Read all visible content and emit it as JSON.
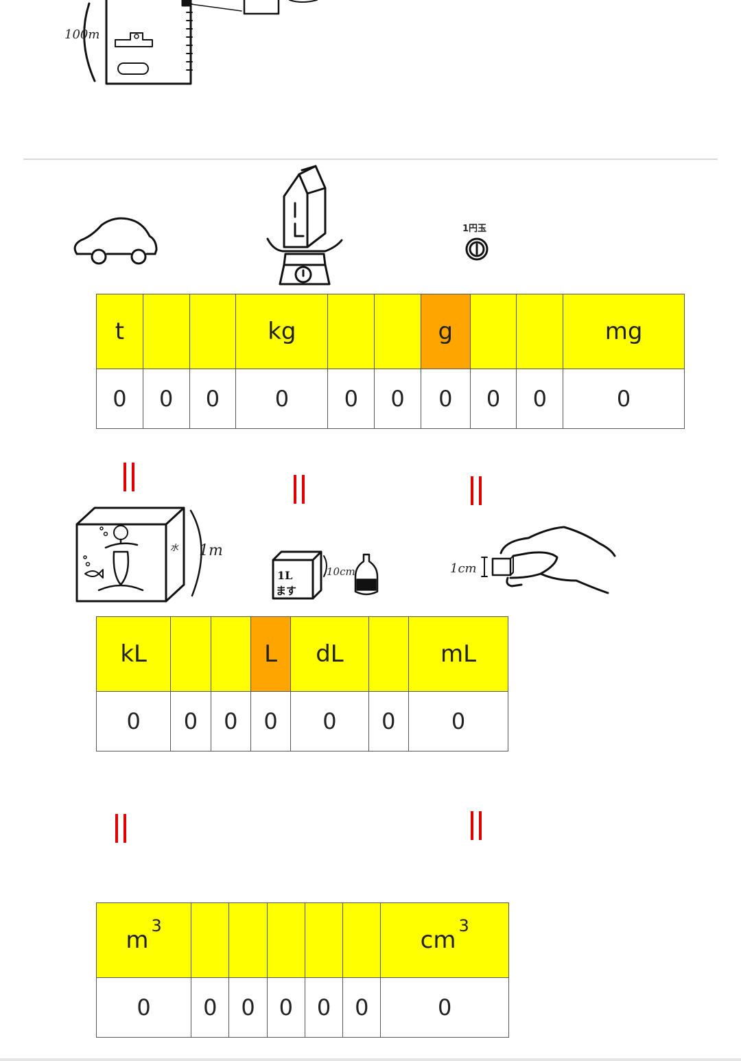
{
  "top_sketch": {
    "label": "100m"
  },
  "mass_table": {
    "headers": [
      {
        "label": "t",
        "highlight": false
      },
      {
        "label": "",
        "highlight": false
      },
      {
        "label": "",
        "highlight": false
      },
      {
        "label": "kg",
        "highlight": false
      },
      {
        "label": "",
        "highlight": false
      },
      {
        "label": "",
        "highlight": false
      },
      {
        "label": "g",
        "highlight": true
      },
      {
        "label": "",
        "highlight": false
      },
      {
        "label": "",
        "highlight": false
      },
      {
        "label": "mg",
        "highlight": false
      }
    ],
    "values": [
      "0",
      "0",
      "0",
      "0",
      "0",
      "0",
      "0",
      "0",
      "0",
      "0"
    ]
  },
  "volume_table": {
    "headers": [
      {
        "label": "kL",
        "highlight": false
      },
      {
        "label": "",
        "highlight": false
      },
      {
        "label": "",
        "highlight": false
      },
      {
        "label": "L",
        "highlight": true
      },
      {
        "label": "dL",
        "highlight": false
      },
      {
        "label": "",
        "highlight": false
      },
      {
        "label": "mL",
        "highlight": false
      }
    ],
    "values": [
      "0",
      "0",
      "0",
      "0",
      "0",
      "0",
      "0"
    ]
  },
  "cubic_table": {
    "headers": [
      {
        "label": "m",
        "sup": "3",
        "highlight": false
      },
      {
        "label": "",
        "highlight": false
      },
      {
        "label": "",
        "highlight": false
      },
      {
        "label": "",
        "highlight": false
      },
      {
        "label": "",
        "highlight": false
      },
      {
        "label": "",
        "highlight": false
      },
      {
        "label": "cm",
        "sup": "3",
        "highlight": false
      }
    ],
    "values": [
      "0",
      "0",
      "0",
      "0",
      "0",
      "0",
      "0"
    ]
  },
  "illustrations": {
    "car": "car-icon",
    "milk_scale": "milk-carton-on-scale-icon",
    "coin_label": "1円玉",
    "coin_symbol": "①",
    "cube_label": "1m",
    "cube_water": "水",
    "masu_label": "1L ます",
    "masu_size": "10cm",
    "hand_label": "1cm"
  },
  "colors": {
    "cell_yellow": "#ffff00",
    "cell_highlight": "#ffa500",
    "equals_red": "#e00000"
  }
}
